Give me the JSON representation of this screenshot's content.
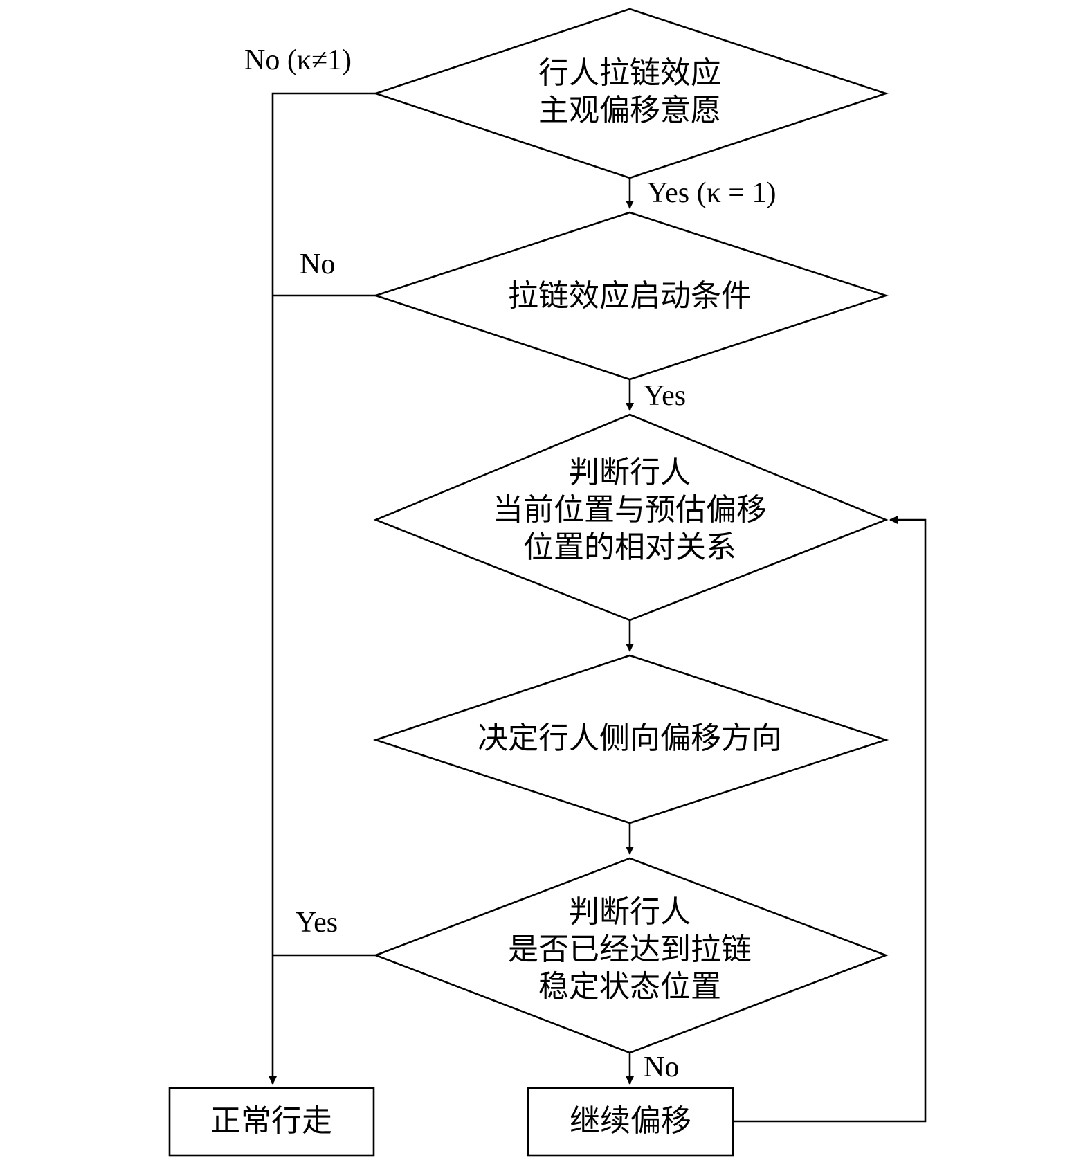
{
  "nodes": {
    "d1": {
      "lines": [
        "行人拉链效应",
        "主观偏移意愿"
      ]
    },
    "d2": {
      "lines": [
        "拉链效应启动条件"
      ]
    },
    "d3": {
      "lines": [
        "判断行人",
        "当前位置与预估偏移",
        "位置的相对关系"
      ]
    },
    "d4": {
      "lines": [
        "决定行人侧向偏移方向"
      ]
    },
    "d5": {
      "lines": [
        "判断行人",
        "是否已经达到拉链",
        "稳定状态位置"
      ]
    },
    "r1": {
      "lines": [
        "正常行走"
      ]
    },
    "r2": {
      "lines": [
        "继续偏移"
      ]
    }
  },
  "edge_labels": {
    "d1_no": "No (κ≠1)",
    "d1_yes": "Yes (κ = 1)",
    "d2_no": "No",
    "d2_yes": "Yes",
    "d5_yes": "Yes",
    "d5_no": "No"
  }
}
